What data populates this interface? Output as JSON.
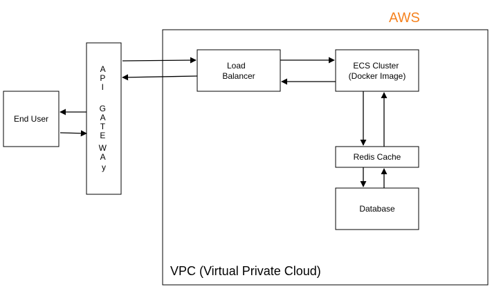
{
  "cloud_label": "AWS",
  "vpc_label": "VPC (Virtual Private Cloud)",
  "nodes": {
    "end_user": {
      "label": "End User"
    },
    "api_gateway": {
      "letters": [
        "A",
        "P",
        "I",
        "",
        "G",
        "A",
        "T",
        "E",
        "W",
        "A",
        "y"
      ]
    },
    "load_balancer": {
      "lines": [
        "Load",
        "Balancer"
      ]
    },
    "ecs_cluster": {
      "lines": [
        "ECS Cluster",
        "(Docker Image)"
      ]
    },
    "redis_cache": {
      "label": "Redis Cache"
    },
    "database": {
      "label": "Database"
    }
  },
  "edges": [
    {
      "from": "API GATEWAy",
      "to": "End User"
    },
    {
      "from": "End User",
      "to": "API GATEWAy"
    },
    {
      "from": "API GATEWAy",
      "to": "Load Balancer"
    },
    {
      "from": "Load Balancer",
      "to": "API GATEWAy"
    },
    {
      "from": "Load Balancer",
      "to": "ECS Cluster"
    },
    {
      "from": "ECS Cluster",
      "to": "Load Balancer"
    },
    {
      "from": "ECS Cluster",
      "to": "Redis Cache"
    },
    {
      "from": "Redis Cache",
      "to": "ECS Cluster"
    },
    {
      "from": "Redis Cache",
      "to": "Database"
    },
    {
      "from": "Database",
      "to": "Redis Cache"
    }
  ],
  "colors": {
    "cloud_label": "#f5821f",
    "stroke": "#000000",
    "background": "#ffffff"
  }
}
